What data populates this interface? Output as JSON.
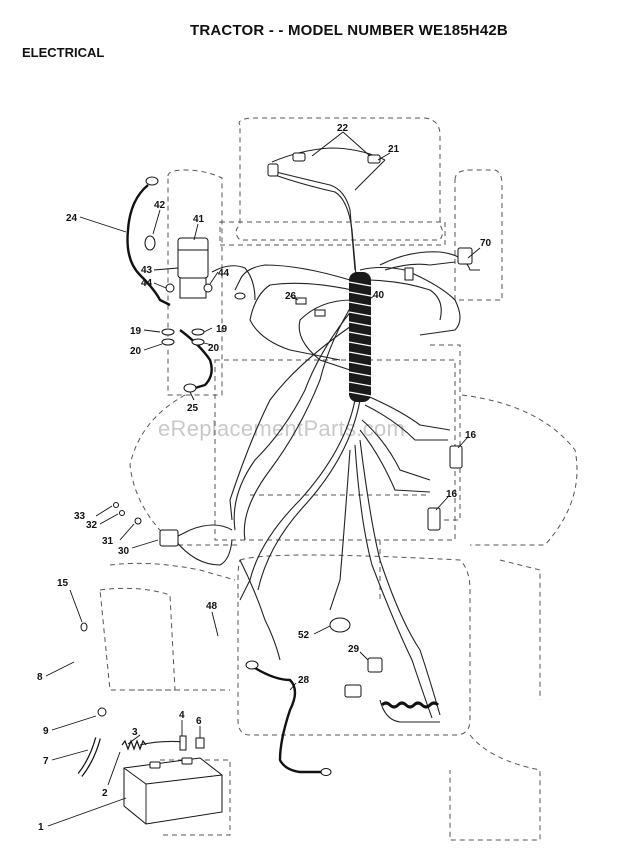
{
  "header": {
    "title": "TRACTOR - - MODEL NUMBER WE185H42B",
    "section": "ELECTRICAL"
  },
  "watermark": "eReplacementParts.com",
  "callouts": [
    "22",
    "21",
    "24",
    "42",
    "41",
    "70",
    "43",
    "44",
    "44",
    "40",
    "26",
    "19",
    "19",
    "20",
    "20",
    "25",
    "16",
    "16",
    "33",
    "32",
    "31",
    "30",
    "15",
    "48",
    "52",
    "8",
    "29",
    "28",
    "9",
    "4",
    "6",
    "3",
    "7",
    "2",
    "1"
  ]
}
